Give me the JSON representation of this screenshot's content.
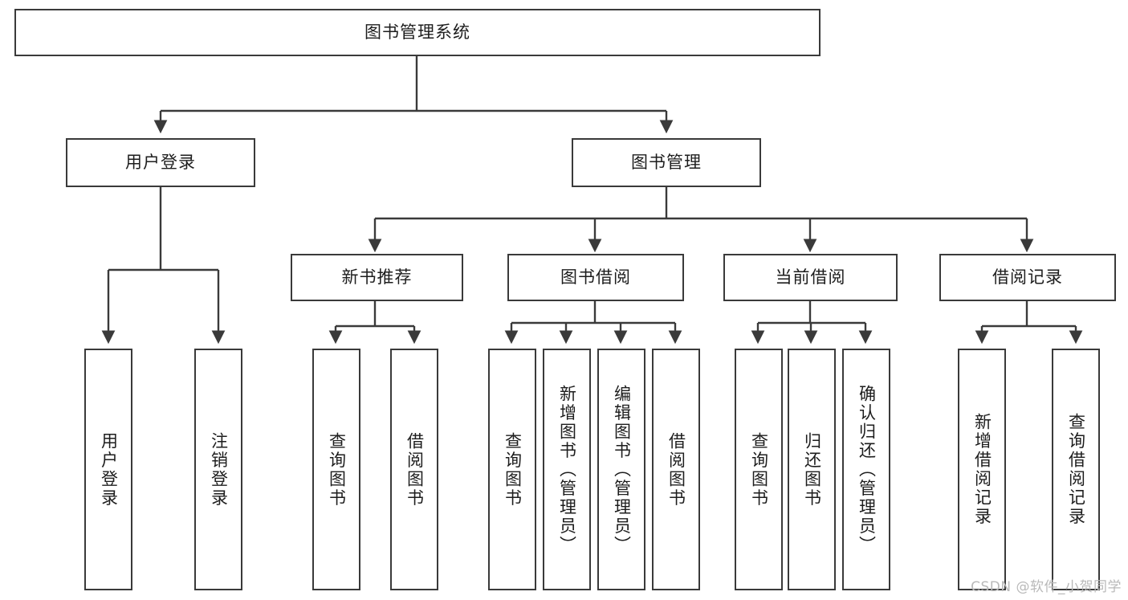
{
  "diagram": {
    "title": "图书管理系统",
    "type": "tree-hierarchy-chart",
    "watermark": "CSDN @软件_小贺同学",
    "colors": {
      "stroke": "#3a3a3a",
      "fill": "#ffffff",
      "text": "#1d1d1d",
      "watermark": "#b9b9b9"
    },
    "root": {
      "label": "图书管理系统"
    },
    "level1": [
      {
        "label": "用户登录"
      },
      {
        "label": "图书管理"
      }
    ],
    "level2": [
      {
        "label": "新书推荐"
      },
      {
        "label": "图书借阅"
      },
      {
        "label": "当前借阅"
      },
      {
        "label": "借阅记录"
      }
    ],
    "leaves": {
      "user_login": [
        {
          "label": "用户登录"
        },
        {
          "label": "注销登录"
        }
      ],
      "new_book_recommend": [
        {
          "label": "查询图书"
        },
        {
          "label": "借阅图书"
        }
      ],
      "book_borrow": [
        {
          "label": "查询图书"
        },
        {
          "label": "新增图书（管理员）"
        },
        {
          "label": "编辑图书（管理员）"
        },
        {
          "label": "借阅图书"
        }
      ],
      "current_borrow": [
        {
          "label": "查询图书"
        },
        {
          "label": "归还图书"
        },
        {
          "label": "确认归还（管理员）"
        }
      ],
      "borrow_record": [
        {
          "label": "新增借阅记录"
        },
        {
          "label": "查询借阅记录"
        }
      ]
    }
  }
}
